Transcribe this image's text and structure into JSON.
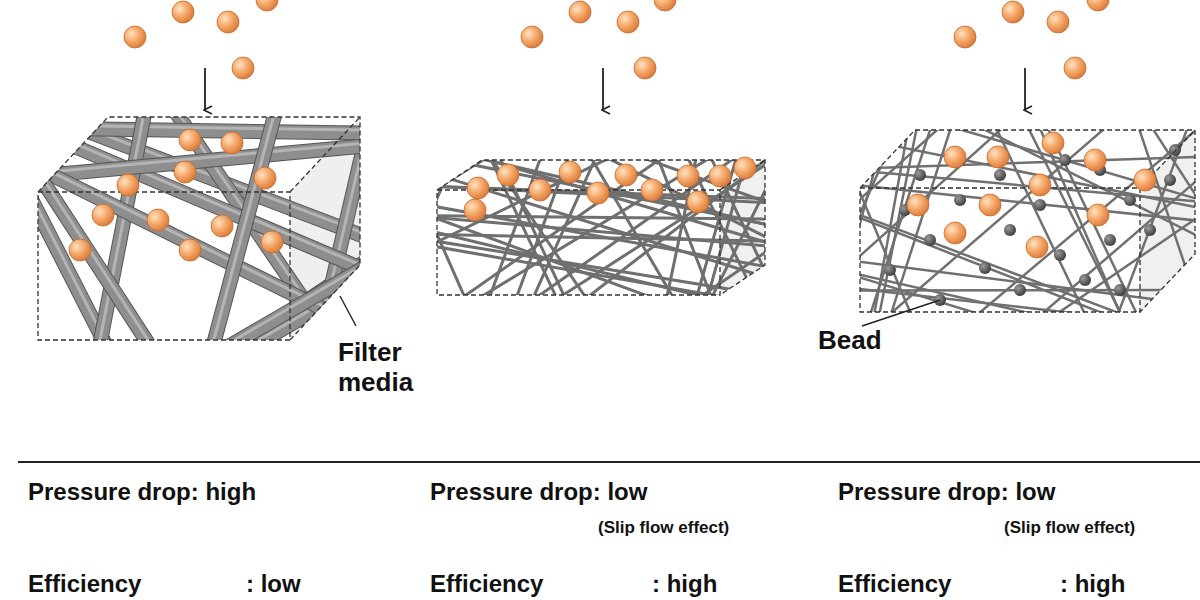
{
  "diagram": {
    "labels": [
      "Filter media",
      "Bead",
      "Pressure drop: high",
      "Pressure drop: low",
      "(Slip flow effect)",
      "Pressure drop: low",
      "(Slip flow effect)",
      "Efficiency",
      ": low",
      "Efficiency",
      ": high",
      "Efficiency",
      ": high"
    ]
  }
}
